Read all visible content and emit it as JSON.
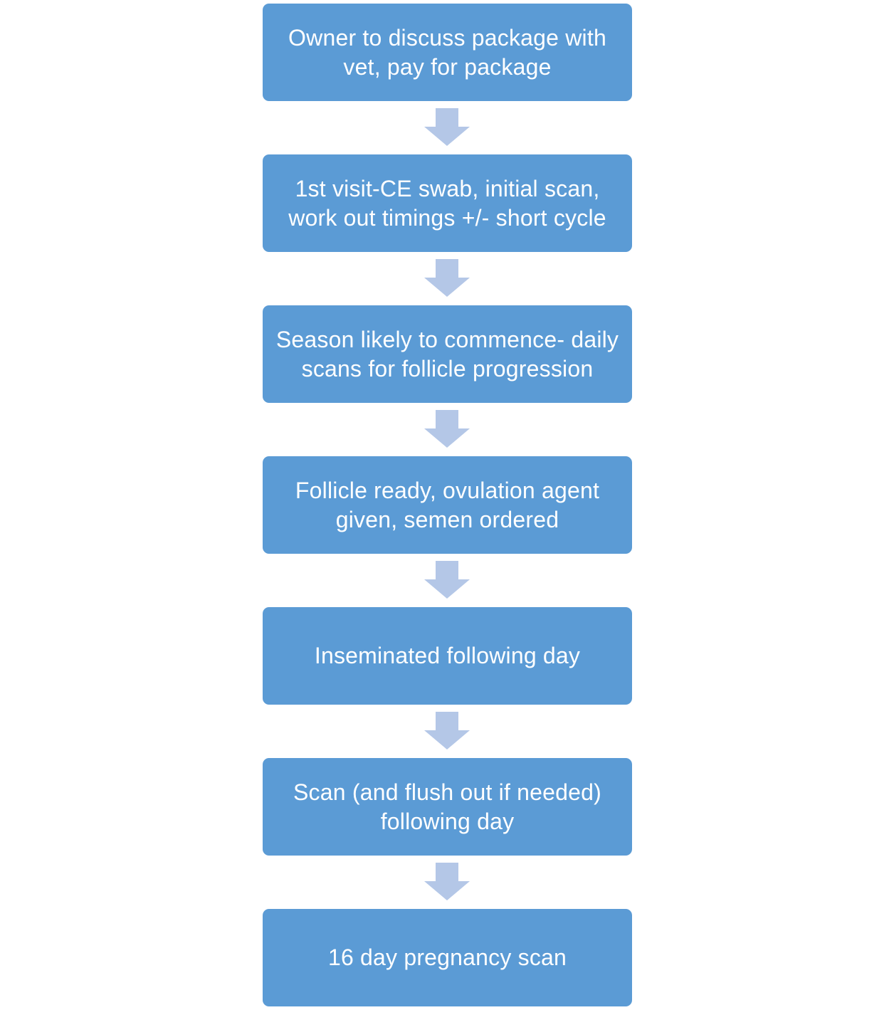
{
  "steps": [
    {
      "label": "Owner to discuss package with vet, pay for package"
    },
    {
      "label": "1st visit-CE swab, initial scan, work out timings +/- short cycle"
    },
    {
      "label": "Season likely to commence- daily scans for follicle progression"
    },
    {
      "label": "Follicle ready, ovulation agent given, semen ordered"
    },
    {
      "label": "Inseminated following day"
    },
    {
      "label": "Scan (and flush out if needed) following day"
    },
    {
      "label": "16 day pregnancy scan"
    }
  ],
  "colors": {
    "step_fill": "#5b9bd5",
    "step_text": "#ffffff",
    "arrow_fill": "#b4c7e7"
  }
}
